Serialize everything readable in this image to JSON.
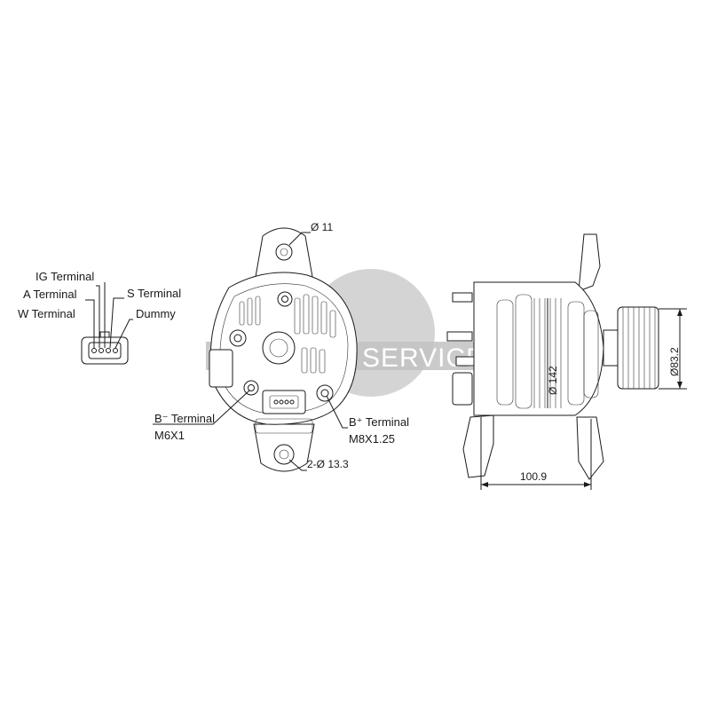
{
  "connector_labels": {
    "ig": "IG Terminal",
    "a": "A Terminal",
    "w": "W Terminal",
    "s": "S Terminal",
    "dummy": "Dummy"
  },
  "terminals": {
    "b_minus": "B⁻ Terminal",
    "b_minus_thread": "M6X1",
    "b_plus": "B⁺ Terminal",
    "b_plus_thread": "M8X1.25"
  },
  "dimensions": {
    "top_hole": "Ø 11",
    "bottom_holes": "2-Ø 13.3",
    "body_diameter": "Ø 142",
    "pulley_diameter": "Ø83.2",
    "length": "100.9"
  },
  "watermark": {
    "text": "SERVICE",
    "fragment": "E"
  },
  "colors": {
    "line": "#1a1a1a",
    "watermark_disc": "#c9c9c9"
  }
}
